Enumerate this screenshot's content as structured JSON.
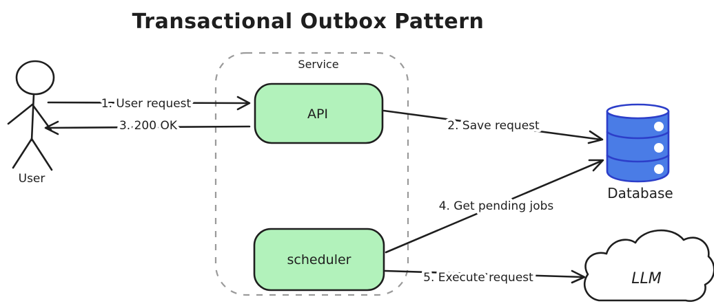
{
  "title": "Transactional Outbox Pattern",
  "nodes": {
    "user": {
      "label": "User"
    },
    "service": {
      "label": "Service"
    },
    "api": {
      "label": "API"
    },
    "scheduler": {
      "label": "scheduler"
    },
    "database": {
      "label": "Database"
    },
    "llm": {
      "label": "LLM"
    }
  },
  "arrows": [
    {
      "label": "1. User request",
      "from": "user",
      "to": "api"
    },
    {
      "label": "2. Save request",
      "from": "api",
      "to": "database"
    },
    {
      "label": "3. 200 OK",
      "from": "api",
      "to": "user"
    },
    {
      "label": "4. Get pending jobs",
      "from": "scheduler",
      "to": "database"
    },
    {
      "label": "5. Execute request",
      "from": "scheduler",
      "to": "llm"
    }
  ],
  "colors": {
    "ink": "#1e1e1e",
    "node_fill": "#b2f2bb",
    "container_dash": "#9a9a9a",
    "database_fill": "#4a7ce6",
    "database_stroke": "#2c3ec9",
    "cloud_fill": "#d4d8dc",
    "background": "#ffffff"
  }
}
